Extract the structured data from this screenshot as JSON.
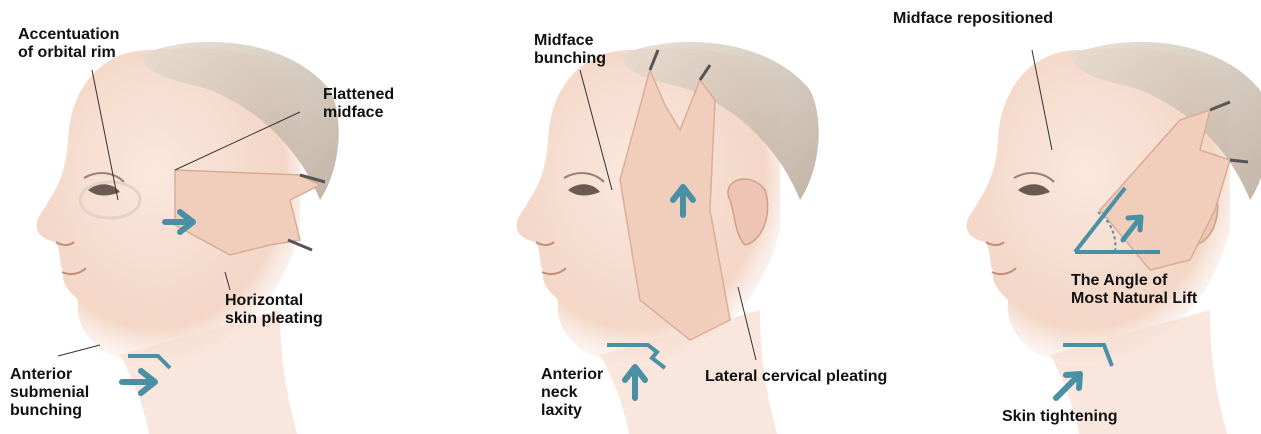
{
  "colors": {
    "skin": "#f6ddd0",
    "skin_shadow": "#e9c4b3",
    "hair": "#d4c8b8",
    "arrow": "#4a90a4",
    "text": "#111111",
    "line": "#333333"
  },
  "panels": [
    {
      "labels": {
        "orbital": "Accentuation\nof orbital rim",
        "flattened": "Flattened\nmidface",
        "horizontal": "Horizontal\nskin pleating",
        "submental": "Anterior\nsubmenial\nbunching"
      }
    },
    {
      "labels": {
        "bunching": "Midface\nbunching",
        "neck": "Anterior\nneck\nlaxity",
        "lateral": "Lateral cervical pleating"
      }
    },
    {
      "labels": {
        "repositioned": "Midface repositioned",
        "angle": "The Angle of\nMost Natural Lift",
        "tightening": "Skin tightening"
      }
    }
  ]
}
